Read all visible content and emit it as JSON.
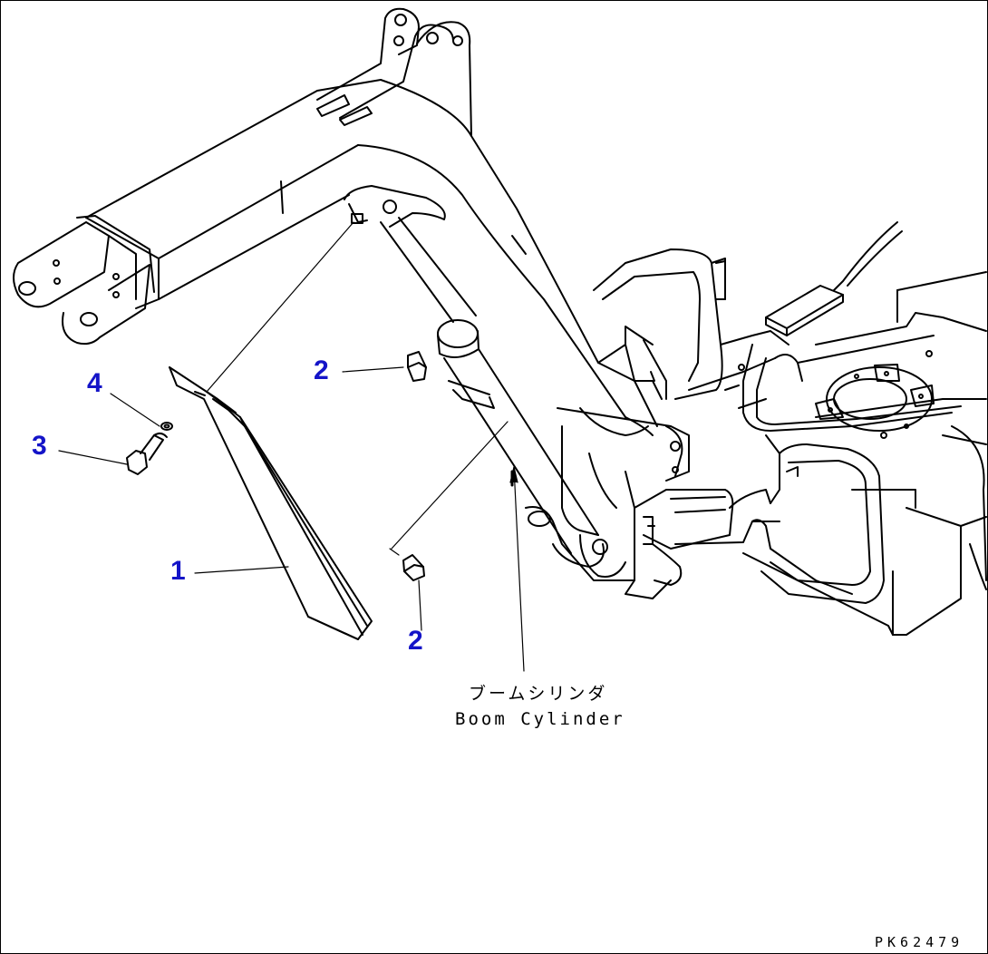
{
  "callouts": {
    "part_1": "1",
    "part_2_upper": "2",
    "part_2_lower": "2",
    "part_3": "3",
    "part_4": "4"
  },
  "labels": {
    "boom_cylinder_jp": "ブームシリンダ",
    "boom_cylinder_en": "Boom Cylinder"
  },
  "drawing_code": "PK62479",
  "colors": {
    "callout_color": "#1414c8",
    "line_color": "#000000",
    "background": "#ffffff"
  }
}
